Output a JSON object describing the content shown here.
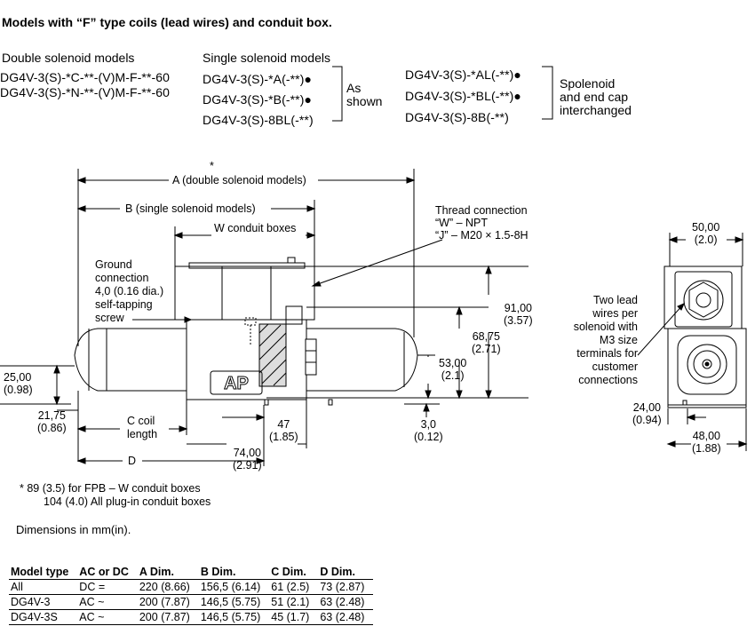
{
  "title": "Models with “F” type coils (lead wires) and conduit box.",
  "double_header": "Double solenoid models",
  "double_models": [
    "DG4V-3(S)-*C-**-(V)M-F-**-60",
    "DG4V-3(S)-*N-**-(V)M-F-**-60"
  ],
  "single_header": "Single solenoid models",
  "single_models": [
    "DG4V-3(S)-*A(-**)●",
    "DG4V-3(S)-*B(-**)●",
    "DG4V-3(S)-8BL(-**)"
  ],
  "as_shown": [
    "As",
    "shown"
  ],
  "interchanged_models": [
    "DG4V-3(S)-*AL(-**)●",
    "DG4V-3(S)-*BL(-**)●",
    "DG4V-3(S)-8B(-**)"
  ],
  "interchanged_note": [
    "Spolenoid",
    "and end cap",
    "interchanged"
  ],
  "drawing": {
    "star": "*",
    "a_dim": "A (double solenoid models)",
    "b_dim": "B (single solenoid models)",
    "w_dim": "W conduit boxes",
    "ground": [
      "Ground",
      "connection",
      "4,0 (0.16 dia.)",
      "self-tapping",
      "screw"
    ],
    "thread": [
      "Thread connection",
      "“W” – NPT",
      "“J” – M20 × 1.5-8H"
    ],
    "d91": [
      "91,00",
      "(3.57)"
    ],
    "d6875": [
      "68,75",
      "(2.71)"
    ],
    "d53": [
      "53,00",
      "(2.1)"
    ],
    "d25": [
      "25,00",
      "(0.98)"
    ],
    "d2175": [
      "21,75",
      "(0.86)"
    ],
    "c_coil": [
      "C coil",
      "length"
    ],
    "d47": [
      "47",
      "(1.85)"
    ],
    "d3": [
      "3,0",
      "(0.12)"
    ],
    "d74": [
      "74,00",
      "(2.91)"
    ],
    "d_label": "D",
    "d50": [
      "50,00",
      "(2.0)"
    ],
    "two_lead": [
      "Two lead",
      "wires per",
      "solenoid with",
      "M3 size",
      "terminals for",
      "customer",
      "connections"
    ],
    "d24": [
      "24,00",
      "(0.94)"
    ],
    "d48": [
      "48,00",
      "(1.88)"
    ],
    "logo": "AP"
  },
  "footnotes": [
    "*  89 (3.5) for FPB  – W conduit boxes",
    "104 (4.0) All plug-in conduit boxes"
  ],
  "units_note": "Dimensions in mm(in).",
  "table": {
    "headers": [
      "Model type",
      "AC or DC",
      "A Dim.",
      "B Dim.",
      "C Dim.",
      "D Dim."
    ],
    "rows": [
      [
        "All",
        "DC =",
        "220 (8.66)",
        "156,5 (6.14)",
        "61 (2.5)",
        "73 (2.87)"
      ],
      [
        "DG4V-3",
        "AC ~",
        "200 (7.87)",
        "146,5 (5.75)",
        "51 (2.1)",
        "63 (2.48)"
      ],
      [
        "DG4V-3S",
        "AC ~",
        "200 (7.87)",
        "146,5 (5.75)",
        "45 (1.7)",
        "63 (2.48)"
      ]
    ]
  }
}
